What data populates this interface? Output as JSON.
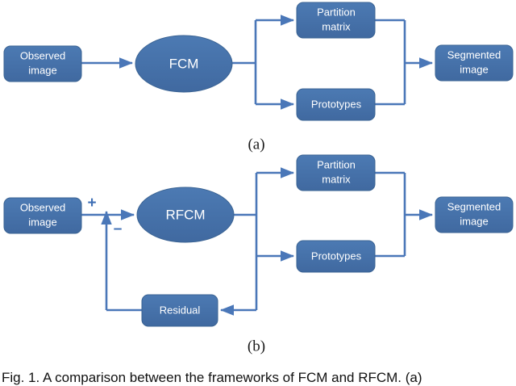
{
  "figure": {
    "caption": "Fig. 1. A comparison between the frameworks of FCM and RFCM. (a)",
    "panel_a_letter": "(a)",
    "panel_b_letter": "(b)"
  },
  "colors": {
    "node_fill": "#4472a8",
    "node_stroke": "#3a63939",
    "node_stroke_real": "#3a6393",
    "connector": "#4a77b8",
    "text_on_node": "#ffffff",
    "page_background": "#ffffff",
    "caption_text": "#111111"
  },
  "panel_a": {
    "letter": "(a)",
    "nodes": {
      "observed_image": {
        "label_line1": "Observed",
        "label_line2": "image",
        "shape": "rounded-rect"
      },
      "algorithm": {
        "label": "FCM",
        "shape": "ellipse"
      },
      "partition_matrix": {
        "label_line1": "Partition",
        "label_line2": "matrix",
        "shape": "rounded-rect"
      },
      "prototypes": {
        "label": "Prototypes",
        "shape": "rounded-rect"
      },
      "segmented_image": {
        "label_line1": "Segmented",
        "label_line2": "image",
        "shape": "rounded-rect"
      }
    },
    "edges": [
      {
        "from": "observed_image",
        "to": "algorithm"
      },
      {
        "from": "algorithm",
        "to": "partition_matrix"
      },
      {
        "from": "algorithm",
        "to": "prototypes"
      },
      {
        "from": "partition_matrix",
        "to": "segmented_image"
      },
      {
        "from": "prototypes",
        "to": "segmented_image"
      }
    ]
  },
  "panel_b": {
    "letter": "(b)",
    "nodes": {
      "observed_image": {
        "label_line1": "Observed",
        "label_line2": "image",
        "shape": "rounded-rect"
      },
      "algorithm": {
        "label": "RFCM",
        "shape": "ellipse"
      },
      "partition_matrix": {
        "label_line1": "Partition",
        "label_line2": "matrix",
        "shape": "rounded-rect"
      },
      "prototypes": {
        "label": "Prototypes",
        "shape": "rounded-rect"
      },
      "segmented_image": {
        "label_line1": "Segmented",
        "label_line2": "image",
        "shape": "rounded-rect"
      },
      "residual": {
        "label": "Residual",
        "shape": "rounded-rect"
      }
    },
    "summation": {
      "plus_sign": "+",
      "minus_sign": "–"
    },
    "edges": [
      {
        "from": "observed_image",
        "to": "summing_junction",
        "sign": "+"
      },
      {
        "from": "residual",
        "to": "summing_junction",
        "sign": "–"
      },
      {
        "from": "summing_junction",
        "to": "algorithm"
      },
      {
        "from": "algorithm",
        "to": "partition_matrix"
      },
      {
        "from": "algorithm",
        "to": "prototypes"
      },
      {
        "from": "partition_matrix",
        "to": "segmented_image"
      },
      {
        "from": "prototypes",
        "to": "segmented_image"
      },
      {
        "from": "algorithm_branch",
        "to": "residual"
      }
    ]
  }
}
